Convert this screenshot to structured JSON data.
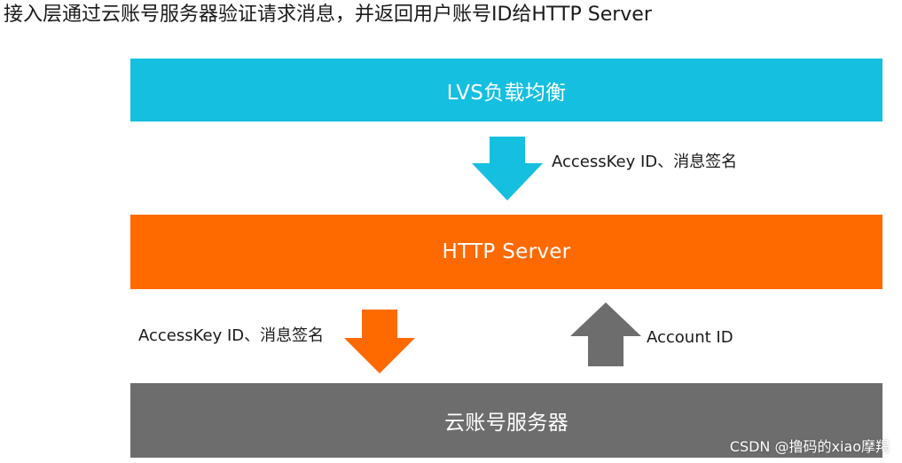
{
  "heading": "接入层通过云账号服务器验证请求消息，并返回用户账号ID给HTTP Server",
  "layers": {
    "lvs": {
      "label": "LVS负载均衡",
      "color": "#14bfe0"
    },
    "http": {
      "label": "HTTP Server",
      "color": "#ff6a00"
    },
    "account": {
      "label": "云账号服务器",
      "color": "#6d6d6d"
    }
  },
  "arrows": {
    "lvs_to_http": {
      "label": "AccessKey ID、消息签名",
      "direction": "down",
      "color": "#14bfe0"
    },
    "http_to_account": {
      "label": "AccessKey ID、消息签名",
      "direction": "down",
      "color": "#ff6a00"
    },
    "account_to_http": {
      "label": "Account ID",
      "direction": "up",
      "color": "#6d6d6d"
    }
  },
  "watermark": "CSDN @撸码的xiao摩羯"
}
